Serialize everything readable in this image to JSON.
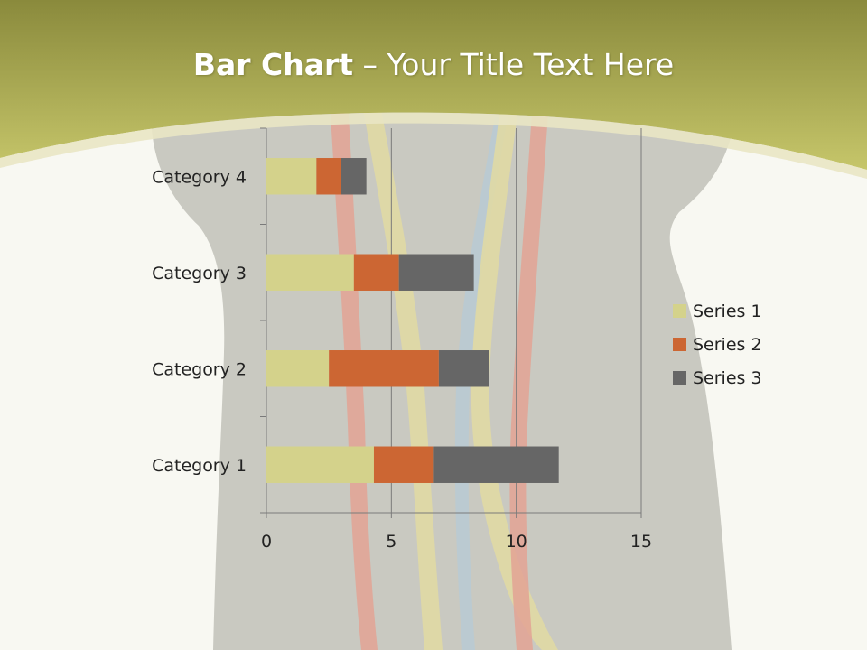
{
  "slide": {
    "title_bold": "Bar Chart",
    "title_sep": " – ",
    "title_rest": "Your Title Text Here"
  },
  "colors": {
    "header_dark": "#8a8a3c",
    "header_light": "#c6c66a",
    "background": "#f8f8f2",
    "figure": "#c9c9c1",
    "tape_yellow": "#e2dba2",
    "tape_red": "#e3a394",
    "tape_blue": "#b9cad4"
  },
  "chart_data": {
    "type": "bar",
    "orientation": "horizontal",
    "stacked": true,
    "categories": [
      "Category 1",
      "Category 2",
      "Category 3",
      "Category 4"
    ],
    "series": [
      {
        "name": "Series 1",
        "values": [
          4.3,
          2.5,
          3.5,
          2.0
        ],
        "color": "#d4d28b"
      },
      {
        "name": "Series 2",
        "values": [
          2.4,
          4.4,
          1.8,
          1.0
        ],
        "color": "#cc6633"
      },
      {
        "name": "Series 3",
        "values": [
          5.0,
          2.0,
          3.0,
          1.0
        ],
        "color": "#666666"
      }
    ],
    "xlim": [
      0,
      15
    ],
    "x_ticks": [
      0,
      5,
      10,
      15
    ],
    "grid": "vertical",
    "legend": "right"
  }
}
